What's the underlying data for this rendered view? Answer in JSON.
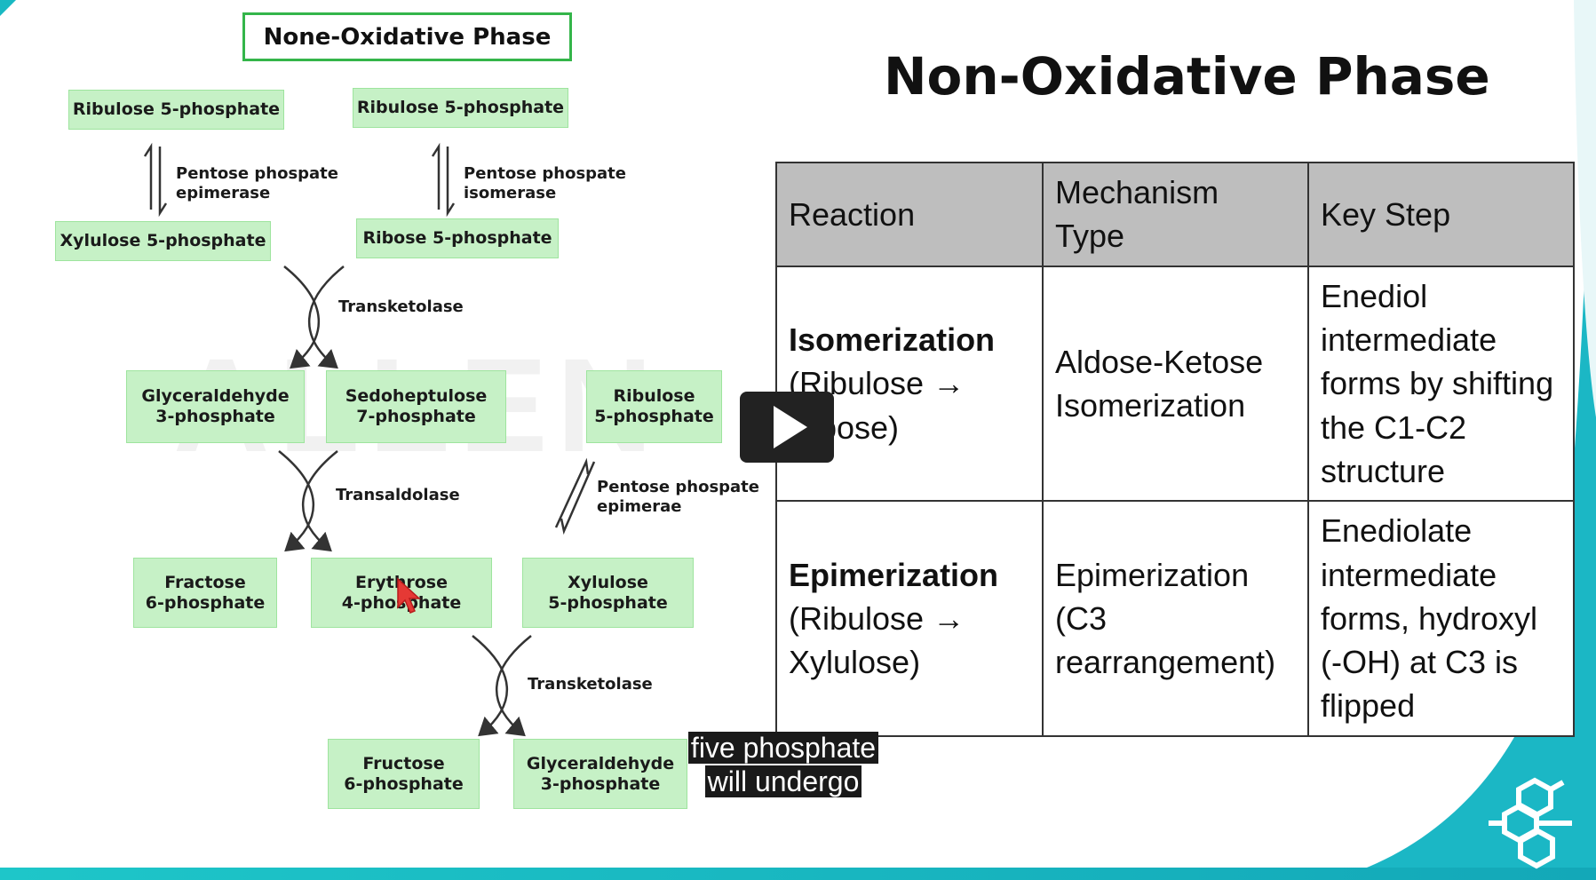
{
  "diagram": {
    "phase_title": "None-Oxidative Phase",
    "watermark": "ALLEN",
    "boxes": {
      "ru5p_left": "Ribulose 5-phosphate",
      "ru5p_right": "Ribulose 5-phosphate",
      "xu5p_top": "Xylulose 5-phosphate",
      "r5p": "Ribose 5-phosphate",
      "g3p_mid": "Glyceraldehyde\n3-phosphate",
      "s7p": "Sedoheptulose\n7-phosphate",
      "ru5p_mid": "Ribulose\n5-phosphate",
      "f6p_mid": "Fractose\n6-phosphate",
      "e4p": "Erythrose\n4-phosphate",
      "xu5p_mid": "Xylulose\n5-phosphate",
      "f6p_bottom": "Fructose\n6-phosphate",
      "g3p_bottom": "Glyceraldehyde\n3-phosphate"
    },
    "enzymes": {
      "epimerase_left": "Pentose phospate\nepimerase",
      "isomerase": "Pentose phospate\nisomerase",
      "transketolase_1": "Transketolase",
      "transaldolase": "Transaldolase",
      "epimerase_right": "Pentose phospate\nepimerae",
      "transketolase_2": "Transketolase"
    }
  },
  "slide": {
    "title": "Non-Oxidative Phase",
    "table": {
      "headers": [
        "Reaction",
        "Mechanism Type",
        "Key Step"
      ],
      "rows": [
        {
          "reaction_bold": "Isomerization",
          "reaction_rest": "(Ribulose → Ribose)",
          "mechanism": "Aldose-Ketose Isomerization",
          "key_step": "Enediol intermediate forms by shifting the C1-C2 structure"
        },
        {
          "reaction_bold": "Epimerization",
          "reaction_rest": "(Ribulose → Xylulose)",
          "mechanism": "Epimerization (C3 rearrangement)",
          "key_step": "Enediolate intermediate forms, hydroxyl (-OH) at C3 is flipped"
        }
      ]
    }
  },
  "player": {
    "caption_line1": "five phosphate",
    "caption_line2": "will undergo"
  },
  "colors": {
    "box_fill": "#c6f1c6",
    "box_border": "#9ee49e",
    "accent_teal": "#19b9c3",
    "header_gray": "#bebebe"
  }
}
